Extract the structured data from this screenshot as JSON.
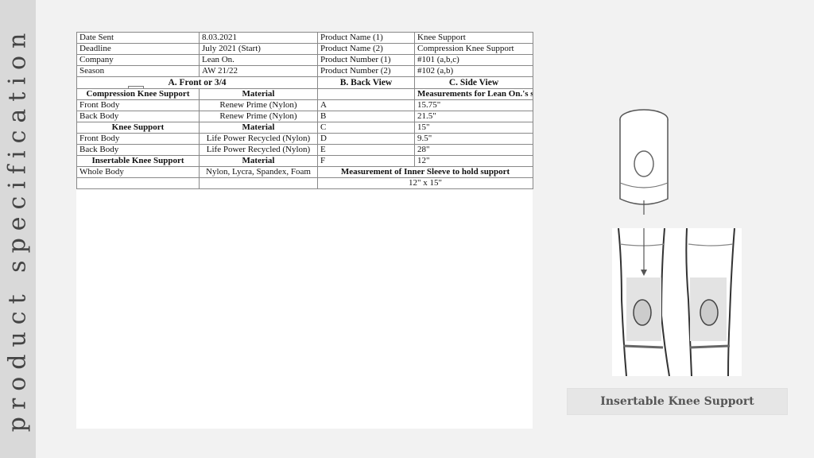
{
  "sidebar": {
    "title": "product specification"
  },
  "spec": {
    "date_sent_label": "Date Sent",
    "date_sent": "8.03.2021",
    "deadline_label": "Deadline",
    "deadline": "July 2021 (Start)",
    "company_label": "Company",
    "company": "Lean On.",
    "season_label": "Season",
    "season": "AW 21/22",
    "product_name1_label": "Product Name (1)",
    "product_name1": "Knee Support",
    "product_name2_label": "Product Name (2)",
    "product_name2": "Compression Knee Support",
    "product_number1_label": "Product Number (1)",
    "product_number1": "#101 (a,b,c)",
    "product_number2_label": "Product Number (2)",
    "product_number2": "#102 (a,b)"
  },
  "views": {
    "front": "A. Front or 3/4",
    "back": "B. Back View",
    "side": "C. Side View",
    "letters": [
      "A",
      "B",
      "C",
      "D",
      "E",
      "F"
    ]
  },
  "materials": {
    "compression_header": "Compression Knee Support",
    "material_header": "Material",
    "measurements_header": "Measurements for Lean On.'s size L Product",
    "rows1": [
      {
        "part": "Front Body",
        "material": "Renew Prime (Nylon)",
        "code": "A",
        "value": "15.75\""
      },
      {
        "part": "Back Body",
        "material": "Renew Prime (Nylon)",
        "code": "B",
        "value": "21.5\""
      }
    ],
    "knee_header": "Knee Support",
    "rows2": [
      {
        "part": "",
        "material": "",
        "code": "C",
        "value": "15\""
      },
      {
        "part": "Front Body",
        "material": "Life Power Recycled (Nylon)",
        "code": "D",
        "value": "9.5\""
      },
      {
        "part": "Back Body",
        "material": "Life Power Recycled (Nylon)",
        "code": "E",
        "value": "28\""
      }
    ],
    "insertable_header": "Insertable Knee Support",
    "f_code": "F",
    "f_value": "12\"",
    "whole_body": "Whole Body",
    "whole_material": "Nylon, Lycra, Spandex, Foam",
    "inner_sleeve_header": "Measurement of Inner Sleeve to hold support",
    "inner_sleeve_value": "12\" x 15\""
  },
  "right_panel": {
    "caption": "Insertable Knee Support"
  }
}
